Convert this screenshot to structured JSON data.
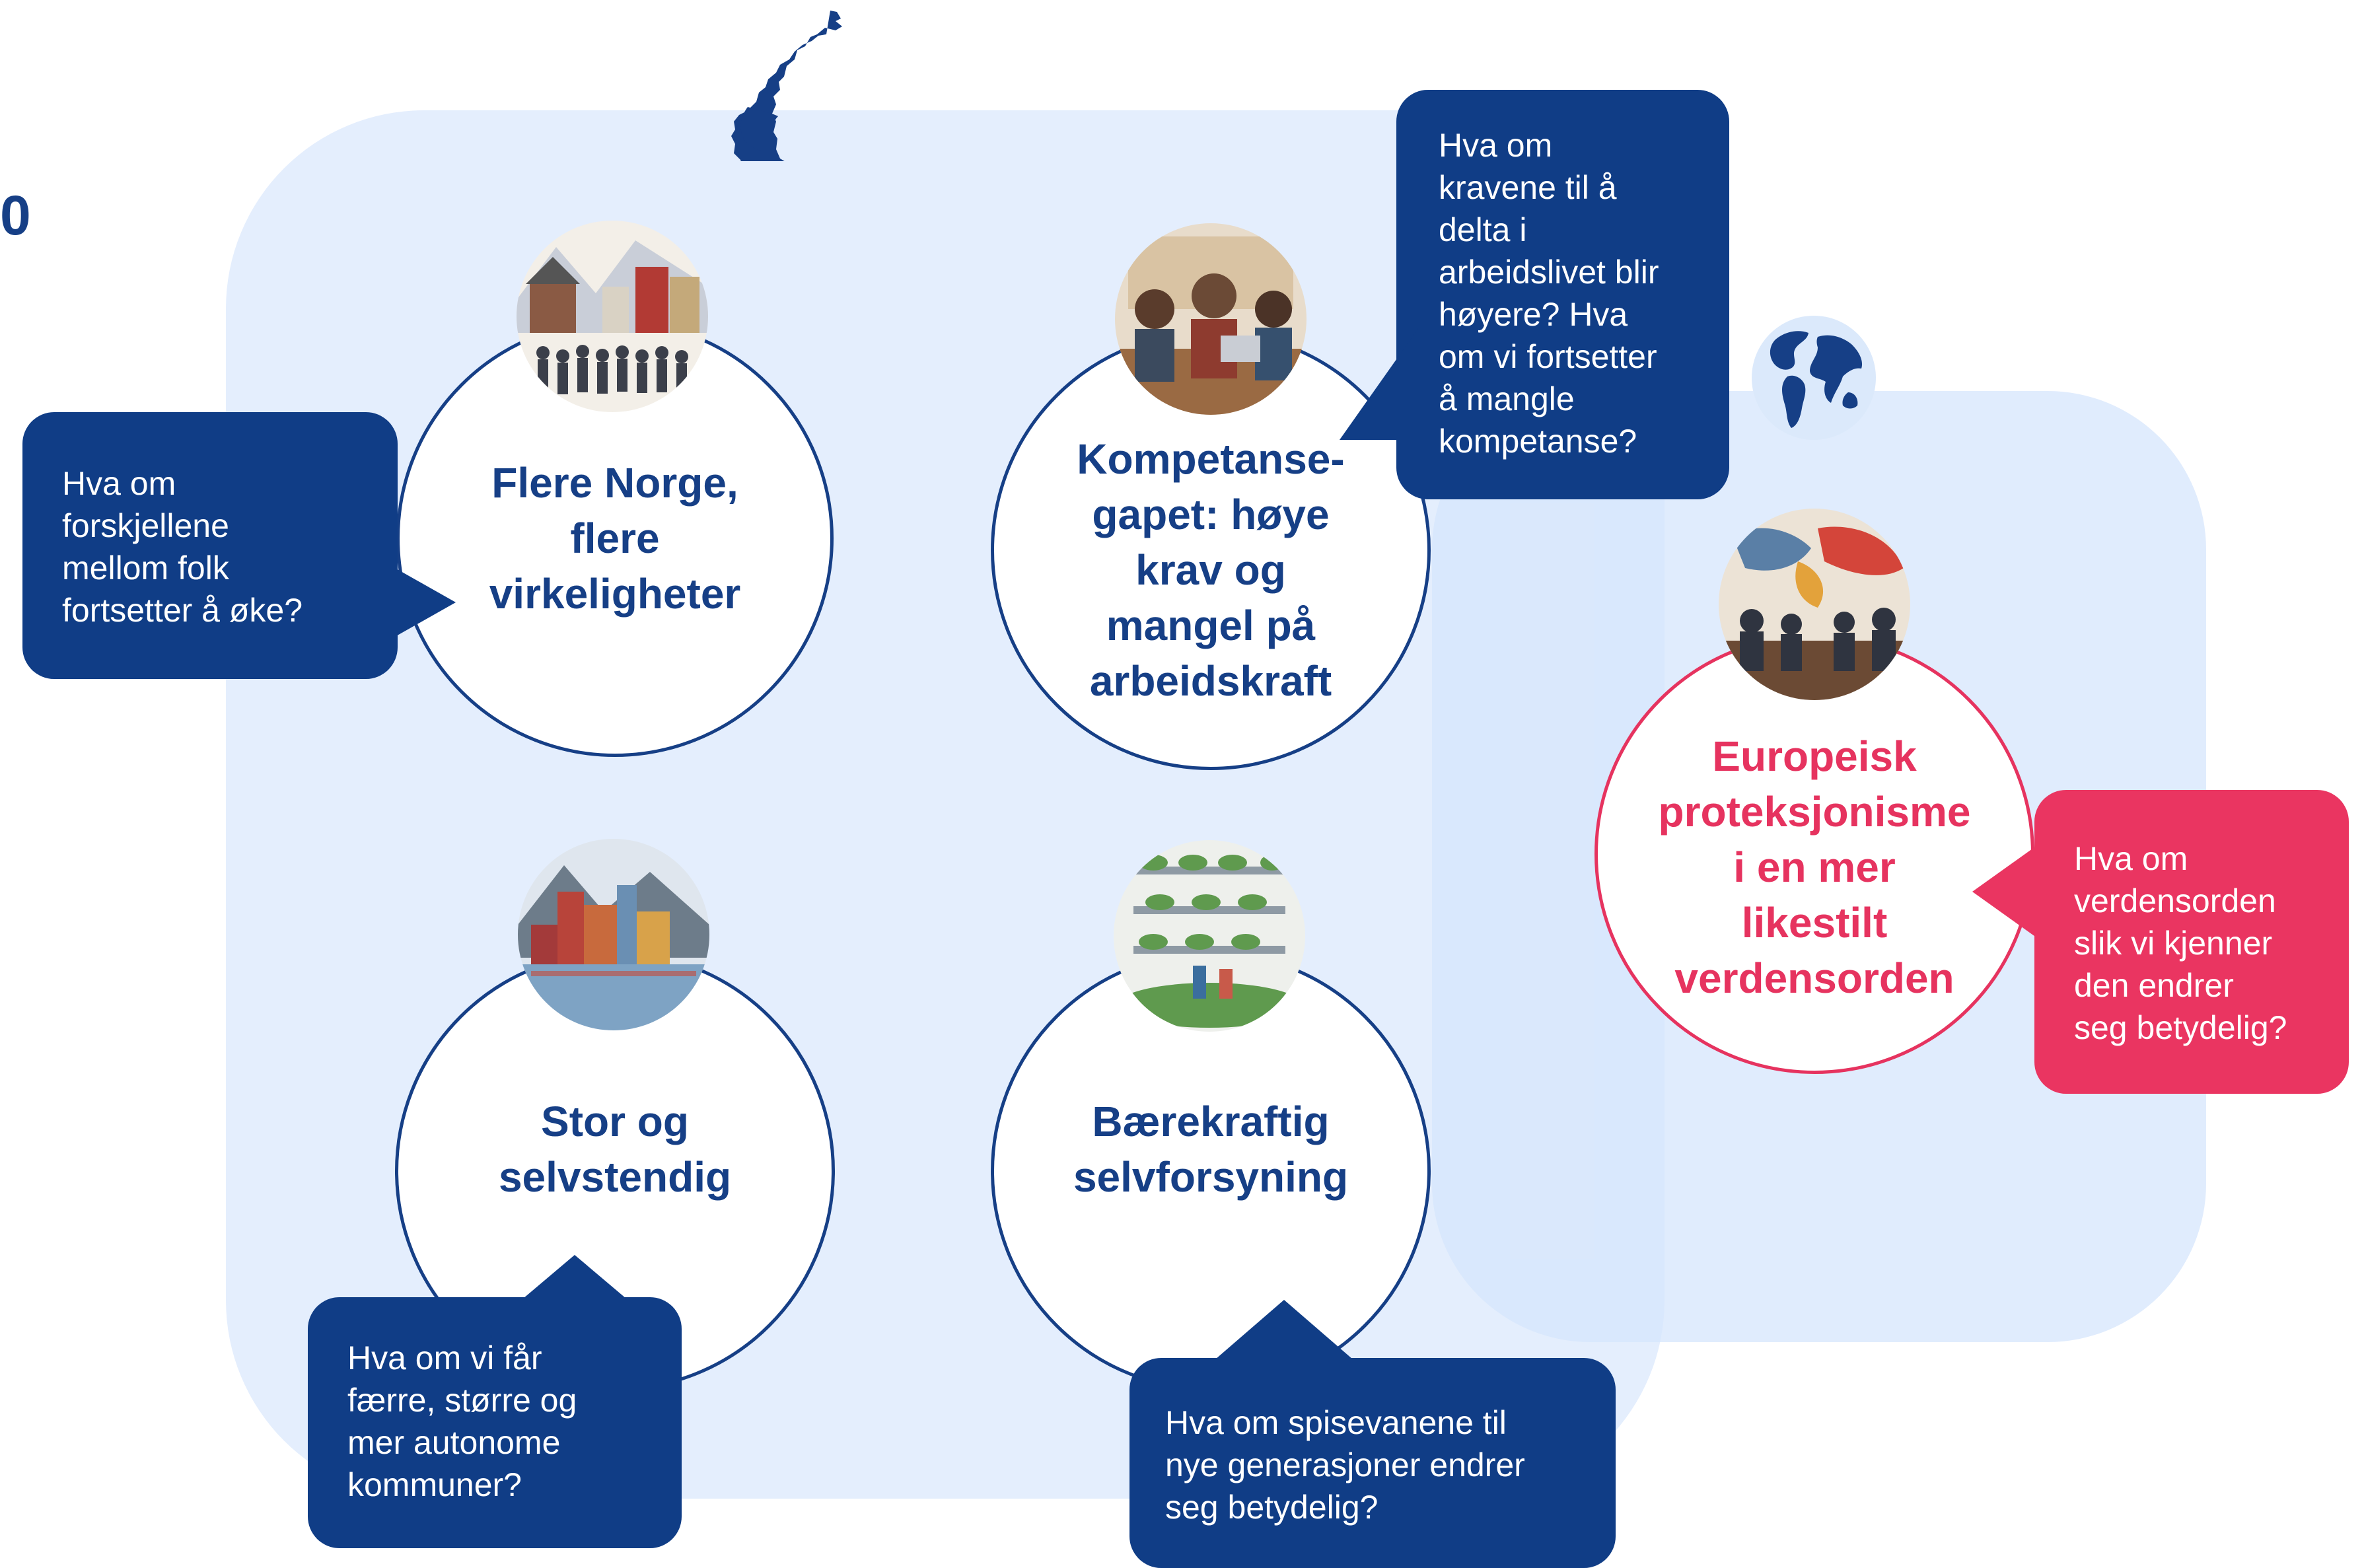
{
  "page_fragment": "0",
  "colors": {
    "navy": "#163f86",
    "bubble_navy": "#103d86",
    "accent_red": "#e6335f",
    "panel_blue": "#e4eefd"
  },
  "icons": [
    "norway-map-icon",
    "globe-icon"
  ],
  "scenarios": [
    {
      "title": "Flere Norge,\nflere\nvirkeligheter",
      "question": "Hva om\nforskjellene\nmellom folk\nfortsetter å øke?"
    },
    {
      "title": "Kompetanse-\ngapet: høye\nkrav og\nmangel på\narbeidskraft",
      "question": "Hva om\nkravene til å\ndelta i\narbeidslivet blir\nhøyere? Hva\nom vi fortsetter\nå mangle\nkompetanse?"
    },
    {
      "title": "Stor og\nselvstendig",
      "question": "Hva om vi får\nfærre, større og\nmer autonome\nkommuner?"
    },
    {
      "title": "Bærekraftig\nselvforsyning",
      "question": "Hva om spisevanene til\nnye generasjoner endrer\nseg betydelig?"
    },
    {
      "title": "Europeisk\nproteksjonisme\ni en mer\nlikestilt\nverdensorden",
      "question": "Hva om\nverdensorden\nslik vi kjenner\nden endrer\nseg betydelig?"
    }
  ]
}
